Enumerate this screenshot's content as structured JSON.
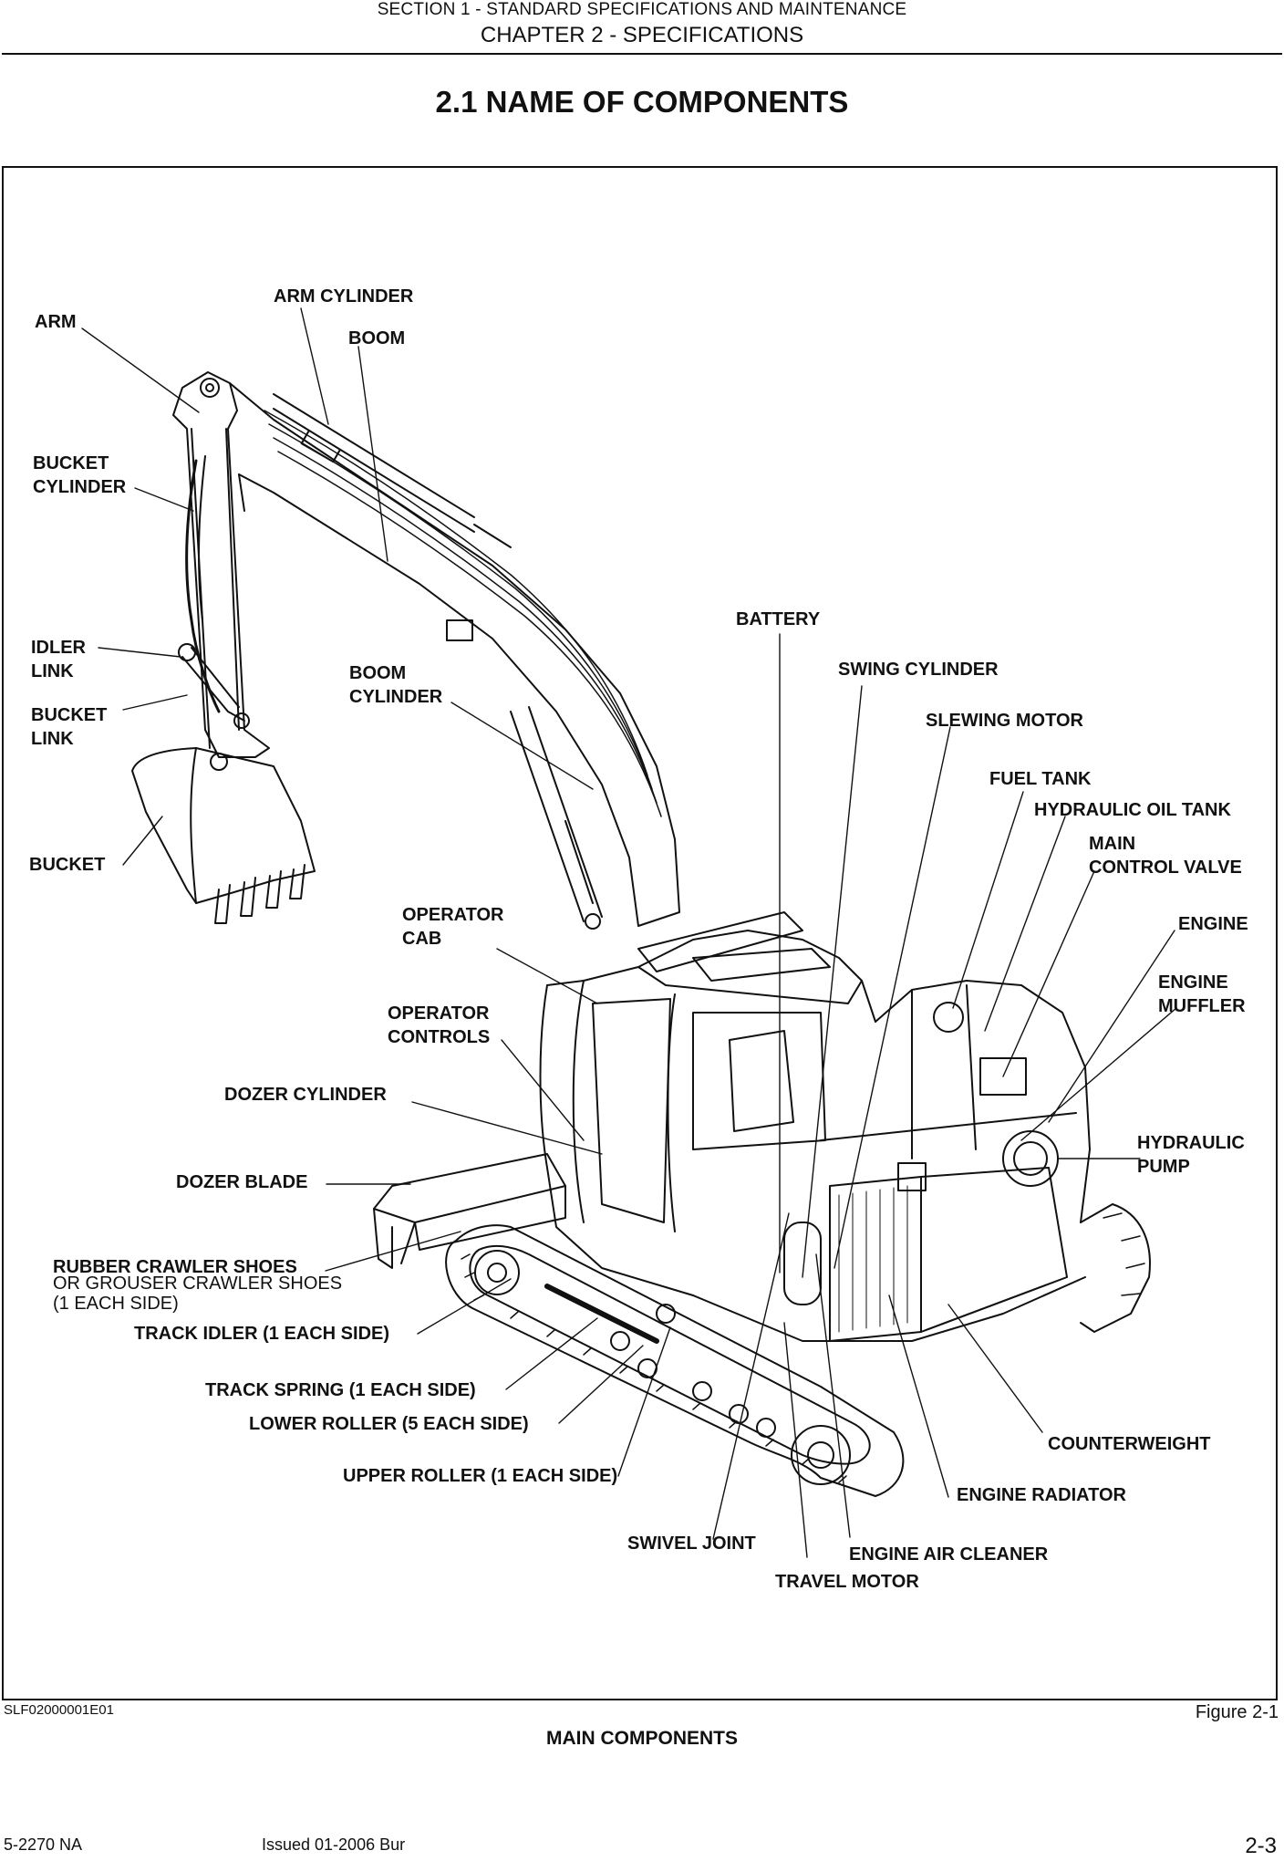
{
  "header": {
    "section": "SECTION 1 - STANDARD SPECIFICATIONS AND MAINTENANCE",
    "chapter": "CHAPTER 2 - SPECIFICATIONS"
  },
  "title": "2.1  NAME OF COMPONENTS",
  "labels": {
    "arm_cylinder": "ARM CYLINDER",
    "arm": "ARM",
    "boom": "BOOM",
    "bucket_cylinder": "BUCKET\nCYLINDER",
    "idler_link": "IDLER\nLINK",
    "bucket_link": "BUCKET\nLINK",
    "bucket": "BUCKET",
    "boom_cylinder": "BOOM\nCYLINDER",
    "battery": "BATTERY",
    "swing_cylinder": "SWING CYLINDER",
    "slewing_motor": "SLEWING MOTOR",
    "fuel_tank": "FUEL TANK",
    "hydraulic_oil_tank": "HYDRAULIC OIL TANK",
    "main_control_valve": "MAIN\nCONTROL VALVE",
    "engine": "ENGINE",
    "engine_muffler": "ENGINE\nMUFFLER",
    "hydraulic_pump": "HYDRAULIC\nPUMP",
    "operator_cab": "OPERATOR\nCAB",
    "operator_controls": "OPERATOR\nCONTROLS",
    "dozer_cylinder": "DOZER CYLINDER",
    "dozer_blade": "DOZER BLADE",
    "rubber_crawler_shoes": "RUBBER CRAWLER SHOES",
    "grouser_crawler_shoes": "OR GROUSER CRAWLER SHOES\n(1 EACH SIDE)",
    "track_idler": "TRACK IDLER (1 EACH SIDE)",
    "track_spring": "TRACK SPRING (1 EACH SIDE)",
    "lower_roller": "LOWER ROLLER (5 EACH SIDE)",
    "upper_roller": "UPPER ROLLER (1 EACH SIDE)",
    "swivel_joint": "SWIVEL JOINT",
    "travel_motor": "TRAVEL MOTOR",
    "engine_air_cleaner": "ENGINE AIR CLEANER",
    "engine_radiator": "ENGINE RADIATOR",
    "counterweight": "COUNTERWEIGHT"
  },
  "figure": {
    "id": "SLF02000001E01",
    "number": "Figure 2-1",
    "caption": "MAIN COMPONENTS"
  },
  "footer": {
    "doc": "5-2270 NA",
    "issue": "Issued 01-2006    Bur",
    "page": "2-3"
  }
}
